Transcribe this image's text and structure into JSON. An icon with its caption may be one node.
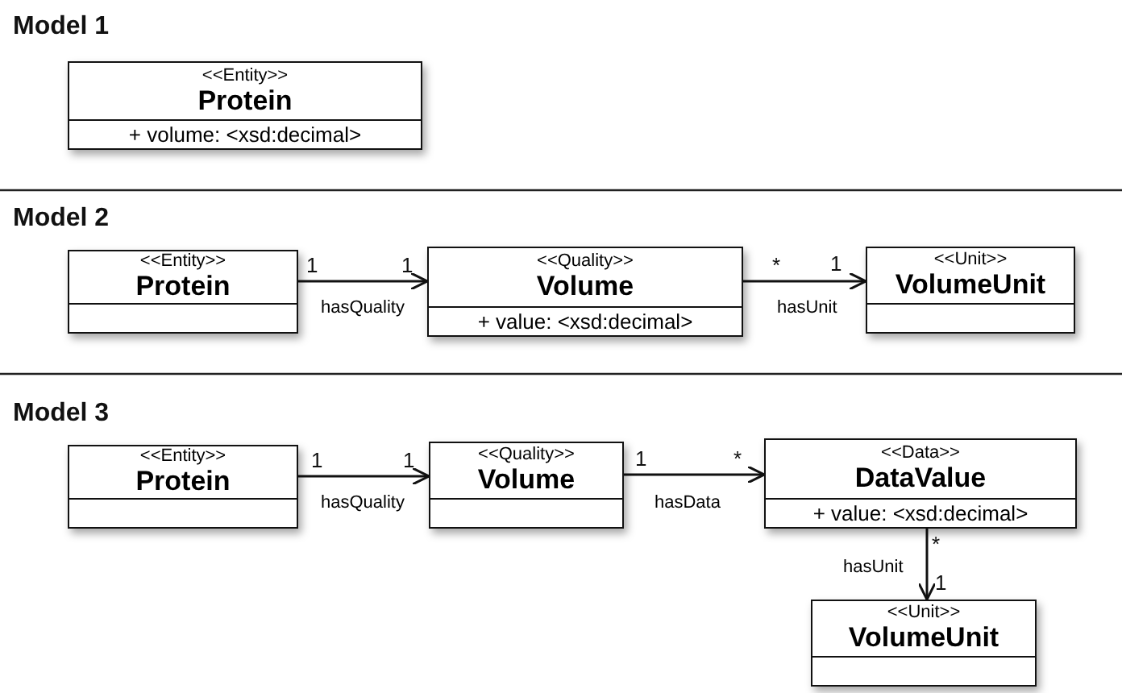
{
  "diagram": {
    "nodes": [
      {
        "text": [
          "<<Entity>>",
          "Protein",
          "+ volume: <xsd:decimal>"
        ]
      },
      {
        "text": [
          "<<Entity>>",
          "Protein"
        ]
      },
      {
        "text": [
          "<<Quality>>",
          "Volume",
          "+ value: <xsd:decimal>"
        ]
      },
      {
        "text": [
          "<<Unit>>",
          "VolumeUnit"
        ]
      },
      {
        "text": [
          "<<Entity>>",
          "Protein"
        ]
      },
      {
        "text": [
          "<<Quality>>",
          "Volume"
        ]
      },
      {
        "text": [
          "<<Data>>",
          "DataValue",
          "+ value: <xsd:decimal>"
        ]
      },
      {
        "text": [
          "<<Unit>>",
          "VolumeUnit"
        ]
      }
    ],
    "edges": [
      {
        "from": 1,
        "to": 2,
        "arrow": "to",
        "label": "hasQuality"
      },
      {
        "from": 2,
        "to": 3,
        "arrow": "to",
        "label": "hasUnit"
      },
      {
        "from": 4,
        "to": 5,
        "arrow": "to",
        "label": "hasQuality"
      },
      {
        "from": 5,
        "to": 6,
        "arrow": "to",
        "label": "hasData"
      },
      {
        "from": 6,
        "to": 7,
        "arrow": "to",
        "label": "hasUnit"
      }
    ],
    "labels": [
      "Model 1",
      "Model 2",
      "1",
      "1",
      "*",
      "1",
      "Model 3",
      "1",
      "1",
      "1",
      "*",
      "*",
      "1"
    ]
  }
}
